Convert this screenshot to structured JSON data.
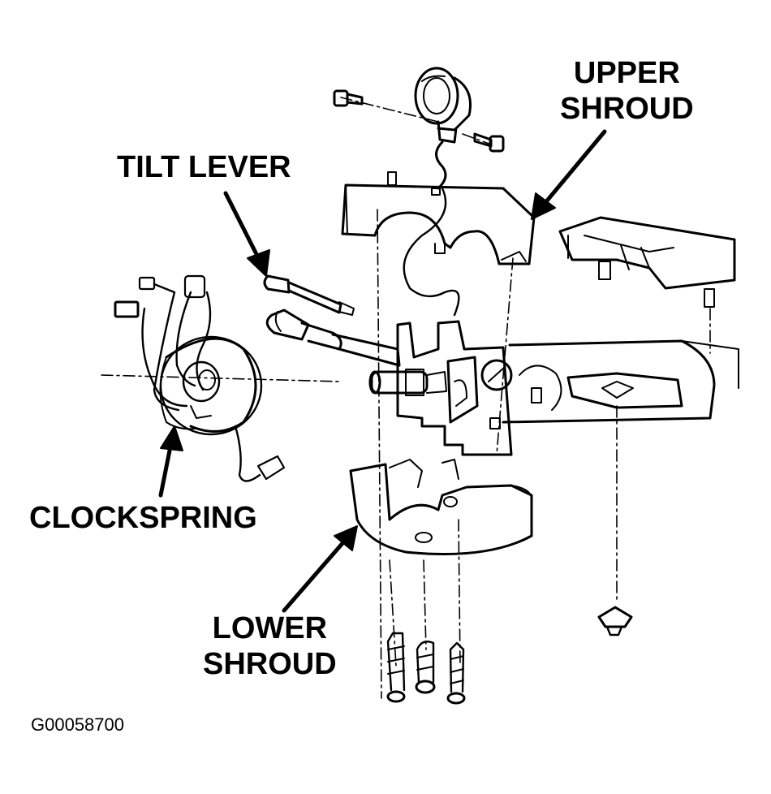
{
  "diagram": {
    "labels": {
      "upper_shroud": {
        "line1": "UPPER",
        "line2": "SHROUD"
      },
      "tilt_lever": "TILT LEVER",
      "clockspring": "CLOCKSPRING",
      "lower_shroud": {
        "line1": "LOWER",
        "line2": "SHROUD"
      }
    },
    "figure_id": "G00058700",
    "colors": {
      "ink": "#000000",
      "paper": "#ffffff"
    }
  }
}
